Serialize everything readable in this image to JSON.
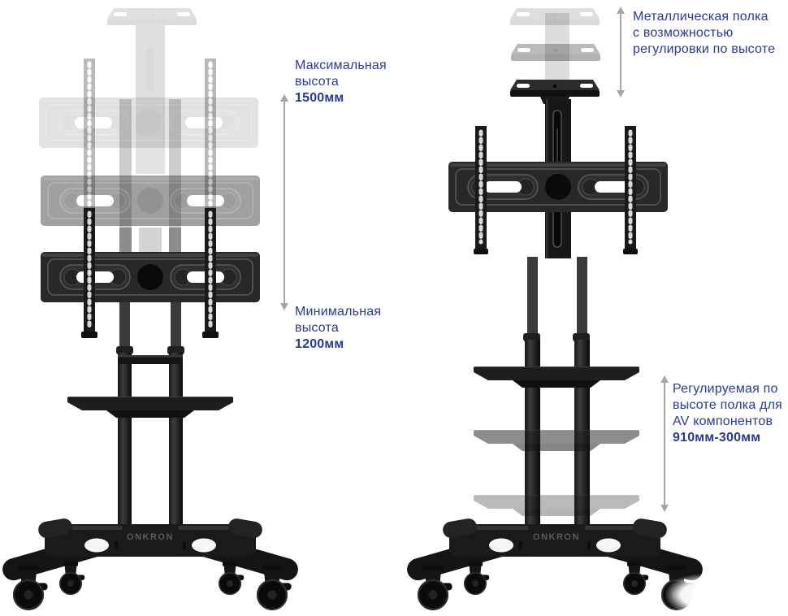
{
  "annotations": {
    "max_height": {
      "line1": "Максимальная",
      "line2": "высота",
      "value": "1500мм"
    },
    "min_height": {
      "line1": "Минимальная",
      "line2": "высота",
      "value": "1200мм"
    },
    "adjustable_top_shelf": {
      "line1": "Металлическая полка",
      "line2": "с возможностью",
      "line3": "регулировки по высоте"
    },
    "av_shelf": {
      "line1": "Регулируемая по",
      "line2": "высоте полка для",
      "line3": "AV компонентов",
      "value": "910мм-300мм"
    }
  },
  "brand": {
    "logo_text": "ONKRON"
  },
  "colors": {
    "annotation_text": "#2b3a91",
    "arrow": "#a6a6a6",
    "stand_dark": "#1a1a1a",
    "background": "#ffffff"
  }
}
